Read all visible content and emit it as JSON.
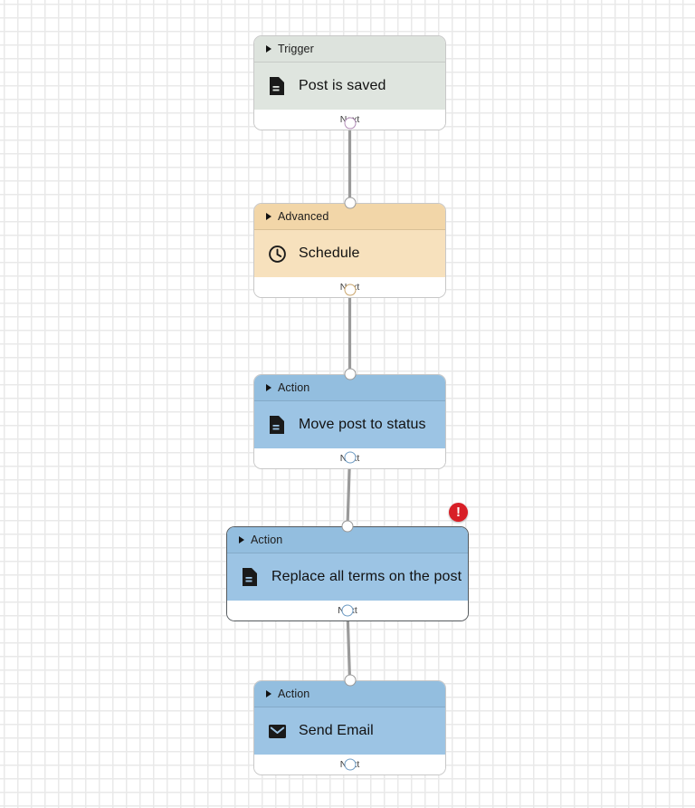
{
  "canvas": {
    "grid": "dotted",
    "background_color": "#ffffff",
    "grid_dot_color": "#e9e9e9"
  },
  "colors": {
    "trigger_header": "#dde3dd",
    "trigger_body": "#dfe5df",
    "advanced_header": "#f2d6a8",
    "advanced_body": "#f7e1bd",
    "action_header": "#93bedf",
    "action_body": "#9cc4e4",
    "edge": "#9a9a9a",
    "error_badge": "#d81f27",
    "selected_border": "#555a5e"
  },
  "nodes": [
    {
      "id": "trigger-post-is-saved",
      "header": "Trigger",
      "title": "Post is saved",
      "icon": "document-icon",
      "footer": "Next",
      "theme": "trigger",
      "selected": false,
      "has_error": false
    },
    {
      "id": "advanced-schedule",
      "header": "Advanced",
      "title": "Schedule",
      "icon": "clock-icon",
      "footer": "Next",
      "theme": "advanced",
      "selected": false,
      "has_error": false
    },
    {
      "id": "action-move-post-to-status",
      "header": "Action",
      "title": "Move post to status",
      "icon": "document-icon",
      "footer": "Next",
      "theme": "action",
      "selected": false,
      "has_error": false
    },
    {
      "id": "action-replace-all-terms",
      "header": "Action",
      "title": "Replace all terms on the post",
      "icon": "document-icon",
      "footer": "Next",
      "theme": "action",
      "selected": true,
      "has_error": true
    },
    {
      "id": "action-send-email",
      "header": "Action",
      "title": "Send Email",
      "icon": "envelope-icon",
      "footer": "Next",
      "theme": "action",
      "selected": false,
      "has_error": false
    }
  ],
  "badges": {
    "error_symbol": "!"
  }
}
